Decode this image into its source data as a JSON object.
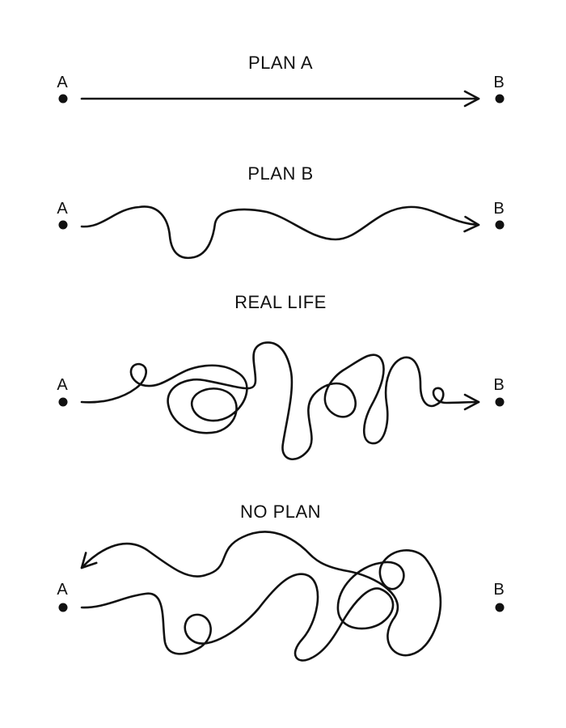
{
  "colors": {
    "background": "#ffffff",
    "ink": "#111111"
  },
  "panels": [
    {
      "id": "plan-a",
      "title": "PLAN A",
      "start_label": "A",
      "end_label": "B",
      "path_style": "straight",
      "arrow_at": "B"
    },
    {
      "id": "plan-b",
      "title": "PLAN B",
      "start_label": "A",
      "end_label": "B",
      "path_style": "wavy",
      "arrow_at": "B"
    },
    {
      "id": "real-life",
      "title": "REAL LIFE",
      "start_label": "A",
      "end_label": "B",
      "path_style": "tangled",
      "arrow_at": "B"
    },
    {
      "id": "no-plan",
      "title": "NO PLAN",
      "start_label": "A",
      "end_label": "B",
      "path_style": "tangled, returns to start",
      "arrow_at": "A"
    }
  ]
}
